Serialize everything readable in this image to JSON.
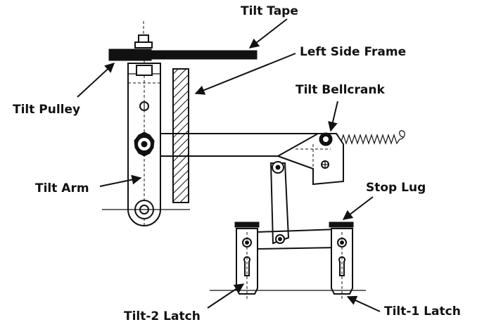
{
  "diagram": {
    "labels": {
      "tilt_tape": "Tilt Tape",
      "left_side_frame": "Left Side Frame",
      "tilt_pulley": "Tilt Pulley",
      "tilt_bellcrank": "Tilt Bellcrank",
      "tilt_arm": "Tilt Arm",
      "stop_lug": "Stop Lug",
      "tilt_2_latch": "Tilt-2 Latch",
      "tilt_1_latch": "Tilt-1 Latch"
    },
    "colors": {
      "ink": "#111111",
      "background": "#ffffff"
    }
  }
}
